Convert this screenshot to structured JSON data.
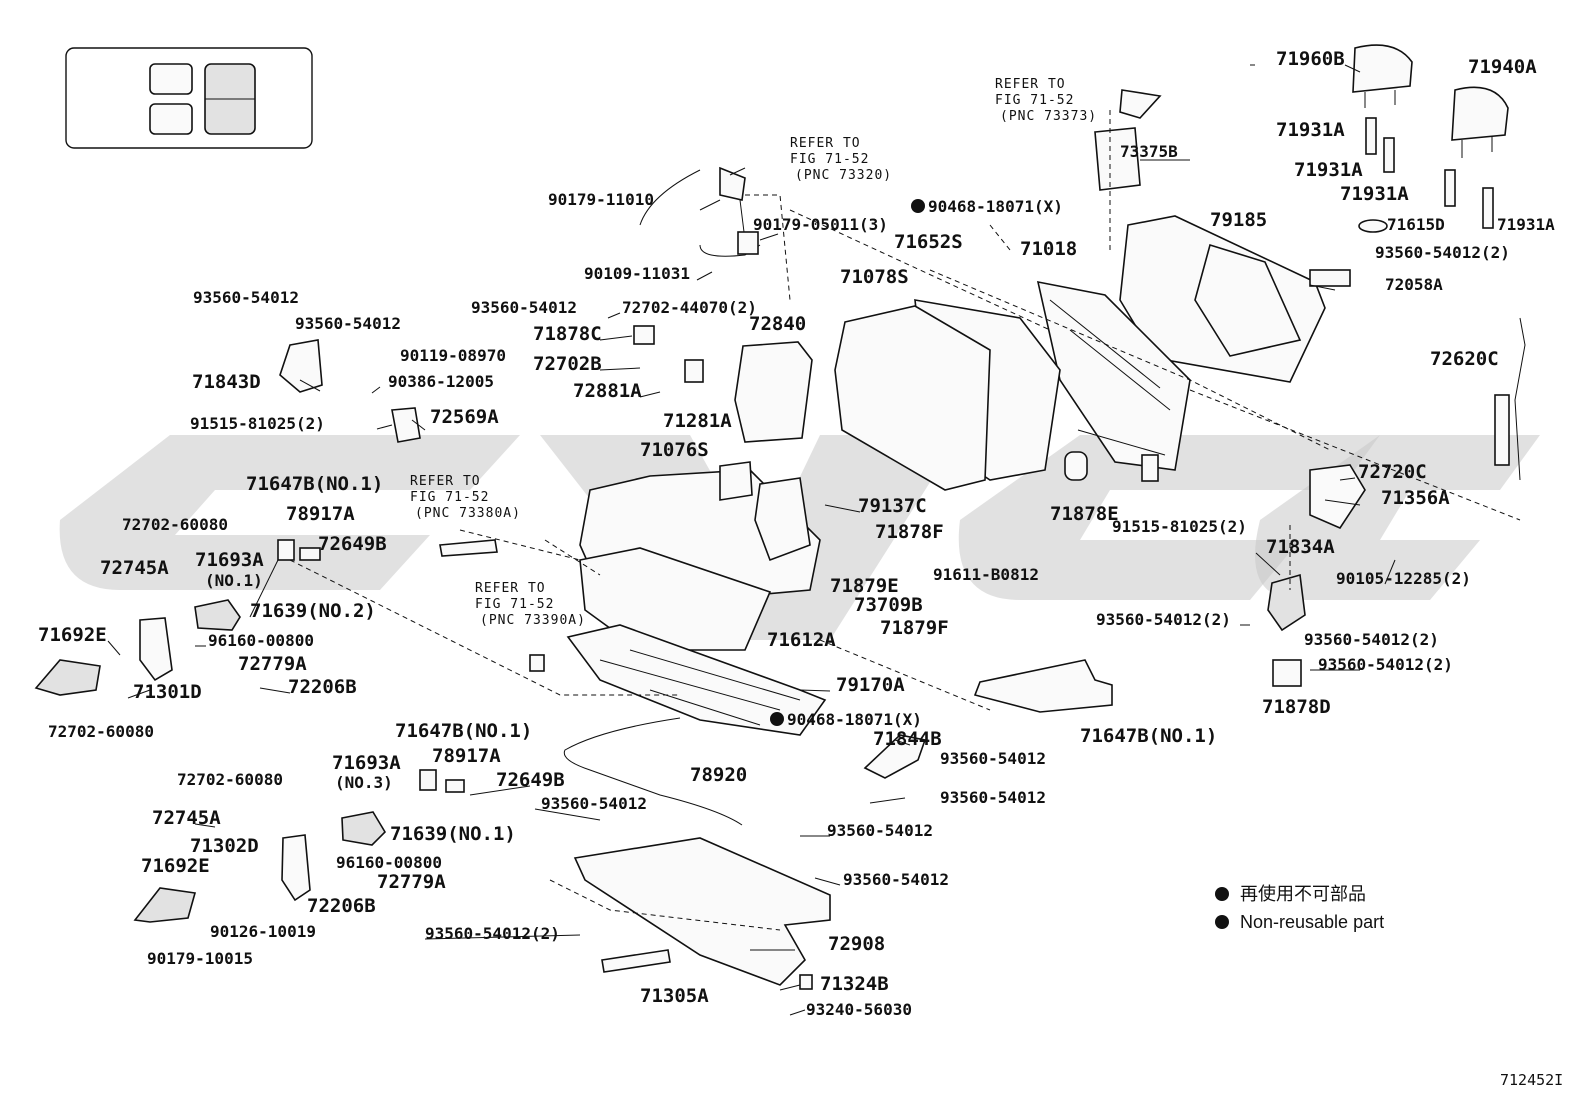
{
  "diagram_id": "712452I",
  "legend": {
    "symbol_color": "#111111",
    "lines": [
      "再使用不可部品",
      "Non-reusable part"
    ]
  },
  "refer_notes": [
    {
      "l1": "REFER TO",
      "l2": "FIG 71-52",
      "l3": "(PNC 73373)"
    },
    {
      "l1": "REFER TO",
      "l2": "FIG 71-52",
      "l3": "(PNC 73320)"
    },
    {
      "l1": "REFER TO",
      "l2": "FIG 71-52",
      "l3": "(PNC 73380A)"
    },
    {
      "l1": "REFER TO",
      "l2": "FIG 71-52",
      "l3": "(PNC 73390A)"
    }
  ],
  "parts": [
    {
      "no": "71960B"
    },
    {
      "no": "71940A"
    },
    {
      "no": "71931A"
    },
    {
      "no": "71931A"
    },
    {
      "no": "71931A"
    },
    {
      "no": "71615D"
    },
    {
      "no": "71931A"
    },
    {
      "no": "93560-54012(2)"
    },
    {
      "no": "72058A"
    },
    {
      "no": "72620C"
    },
    {
      "no": "73375B"
    },
    {
      "no": "79185"
    },
    {
      "no": "90468-18071(X)",
      "nonreusable": true
    },
    {
      "no": "71652S"
    },
    {
      "no": "71018"
    },
    {
      "no": "71078S"
    },
    {
      "no": "90179-11010"
    },
    {
      "no": "90179-05011(3)"
    },
    {
      "no": "90109-11031"
    },
    {
      "no": "72840"
    },
    {
      "no": "93560-54012"
    },
    {
      "no": "72702-44070(2)"
    },
    {
      "no": "71878C"
    },
    {
      "no": "72702B"
    },
    {
      "no": "72881A"
    },
    {
      "no": "71281A"
    },
    {
      "no": "93560-54012"
    },
    {
      "no": "93560-54012"
    },
    {
      "no": "90119-08970"
    },
    {
      "no": "71843D"
    },
    {
      "no": "90386-12005"
    },
    {
      "no": "91515-81025(2)"
    },
    {
      "no": "72569A"
    },
    {
      "no": "71076S"
    },
    {
      "no": "79137C"
    },
    {
      "no": "72720C"
    },
    {
      "no": "71356A"
    },
    {
      "no": "71878E"
    },
    {
      "no": "91515-81025(2)"
    },
    {
      "no": "71647B(NO.1)"
    },
    {
      "no": "78917A"
    },
    {
      "no": "72649B"
    },
    {
      "no": "72702-60080"
    },
    {
      "no": "71693A"
    },
    {
      "no": "(NO.1)"
    },
    {
      "no": "72745A"
    },
    {
      "no": "71639(NO.2)"
    },
    {
      "no": "71878F"
    },
    {
      "no": "71834A"
    },
    {
      "no": "90105-12285(2)"
    },
    {
      "no": "71692E"
    },
    {
      "no": "96160-00800"
    },
    {
      "no": "72779A"
    },
    {
      "no": "71301D"
    },
    {
      "no": "72206B"
    },
    {
      "no": "72702-60080"
    },
    {
      "no": "71879E"
    },
    {
      "no": "91611-B0812"
    },
    {
      "no": "73709B"
    },
    {
      "no": "71879F"
    },
    {
      "no": "71612A"
    },
    {
      "no": "93560-54012(2)"
    },
    {
      "no": "93560-54012(2)"
    },
    {
      "no": "93560-54012(2)"
    },
    {
      "no": "71878D"
    },
    {
      "no": "79170A"
    },
    {
      "no": "90468-18071(X)",
      "nonreusable": true
    },
    {
      "no": "71844B"
    },
    {
      "no": "71647B(NO.1)"
    },
    {
      "no": "71647B(NO.1)"
    },
    {
      "no": "78917A"
    },
    {
      "no": "72649B"
    },
    {
      "no": "72702-60080"
    },
    {
      "no": "71693A"
    },
    {
      "no": "(NO.3)"
    },
    {
      "no": "72745A"
    },
    {
      "no": "71639(NO.1)"
    },
    {
      "no": "71302D"
    },
    {
      "no": "96160-00800"
    },
    {
      "no": "71692E"
    },
    {
      "no": "72779A"
    },
    {
      "no": "72206B"
    },
    {
      "no": "90126-10019"
    },
    {
      "no": "90179-10015"
    },
    {
      "no": "78920"
    },
    {
      "no": "93560-54012"
    },
    {
      "no": "93560-54012"
    },
    {
      "no": "93560-54012"
    },
    {
      "no": "93560-54012"
    },
    {
      "no": "93560-54012"
    },
    {
      "no": "93560-54012(2)"
    },
    {
      "no": "72908"
    },
    {
      "no": "71324B"
    },
    {
      "no": "71305A"
    },
    {
      "no": "93240-56030"
    }
  ]
}
